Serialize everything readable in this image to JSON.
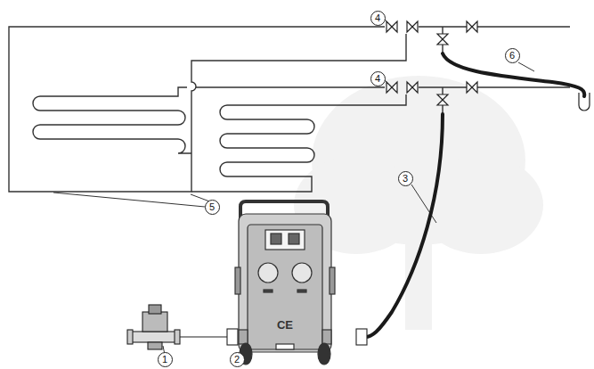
{
  "diagram": {
    "labels": [
      "4",
      "6",
      "4",
      "3",
      "5",
      "1",
      "2",
      "CE"
    ]
  }
}
